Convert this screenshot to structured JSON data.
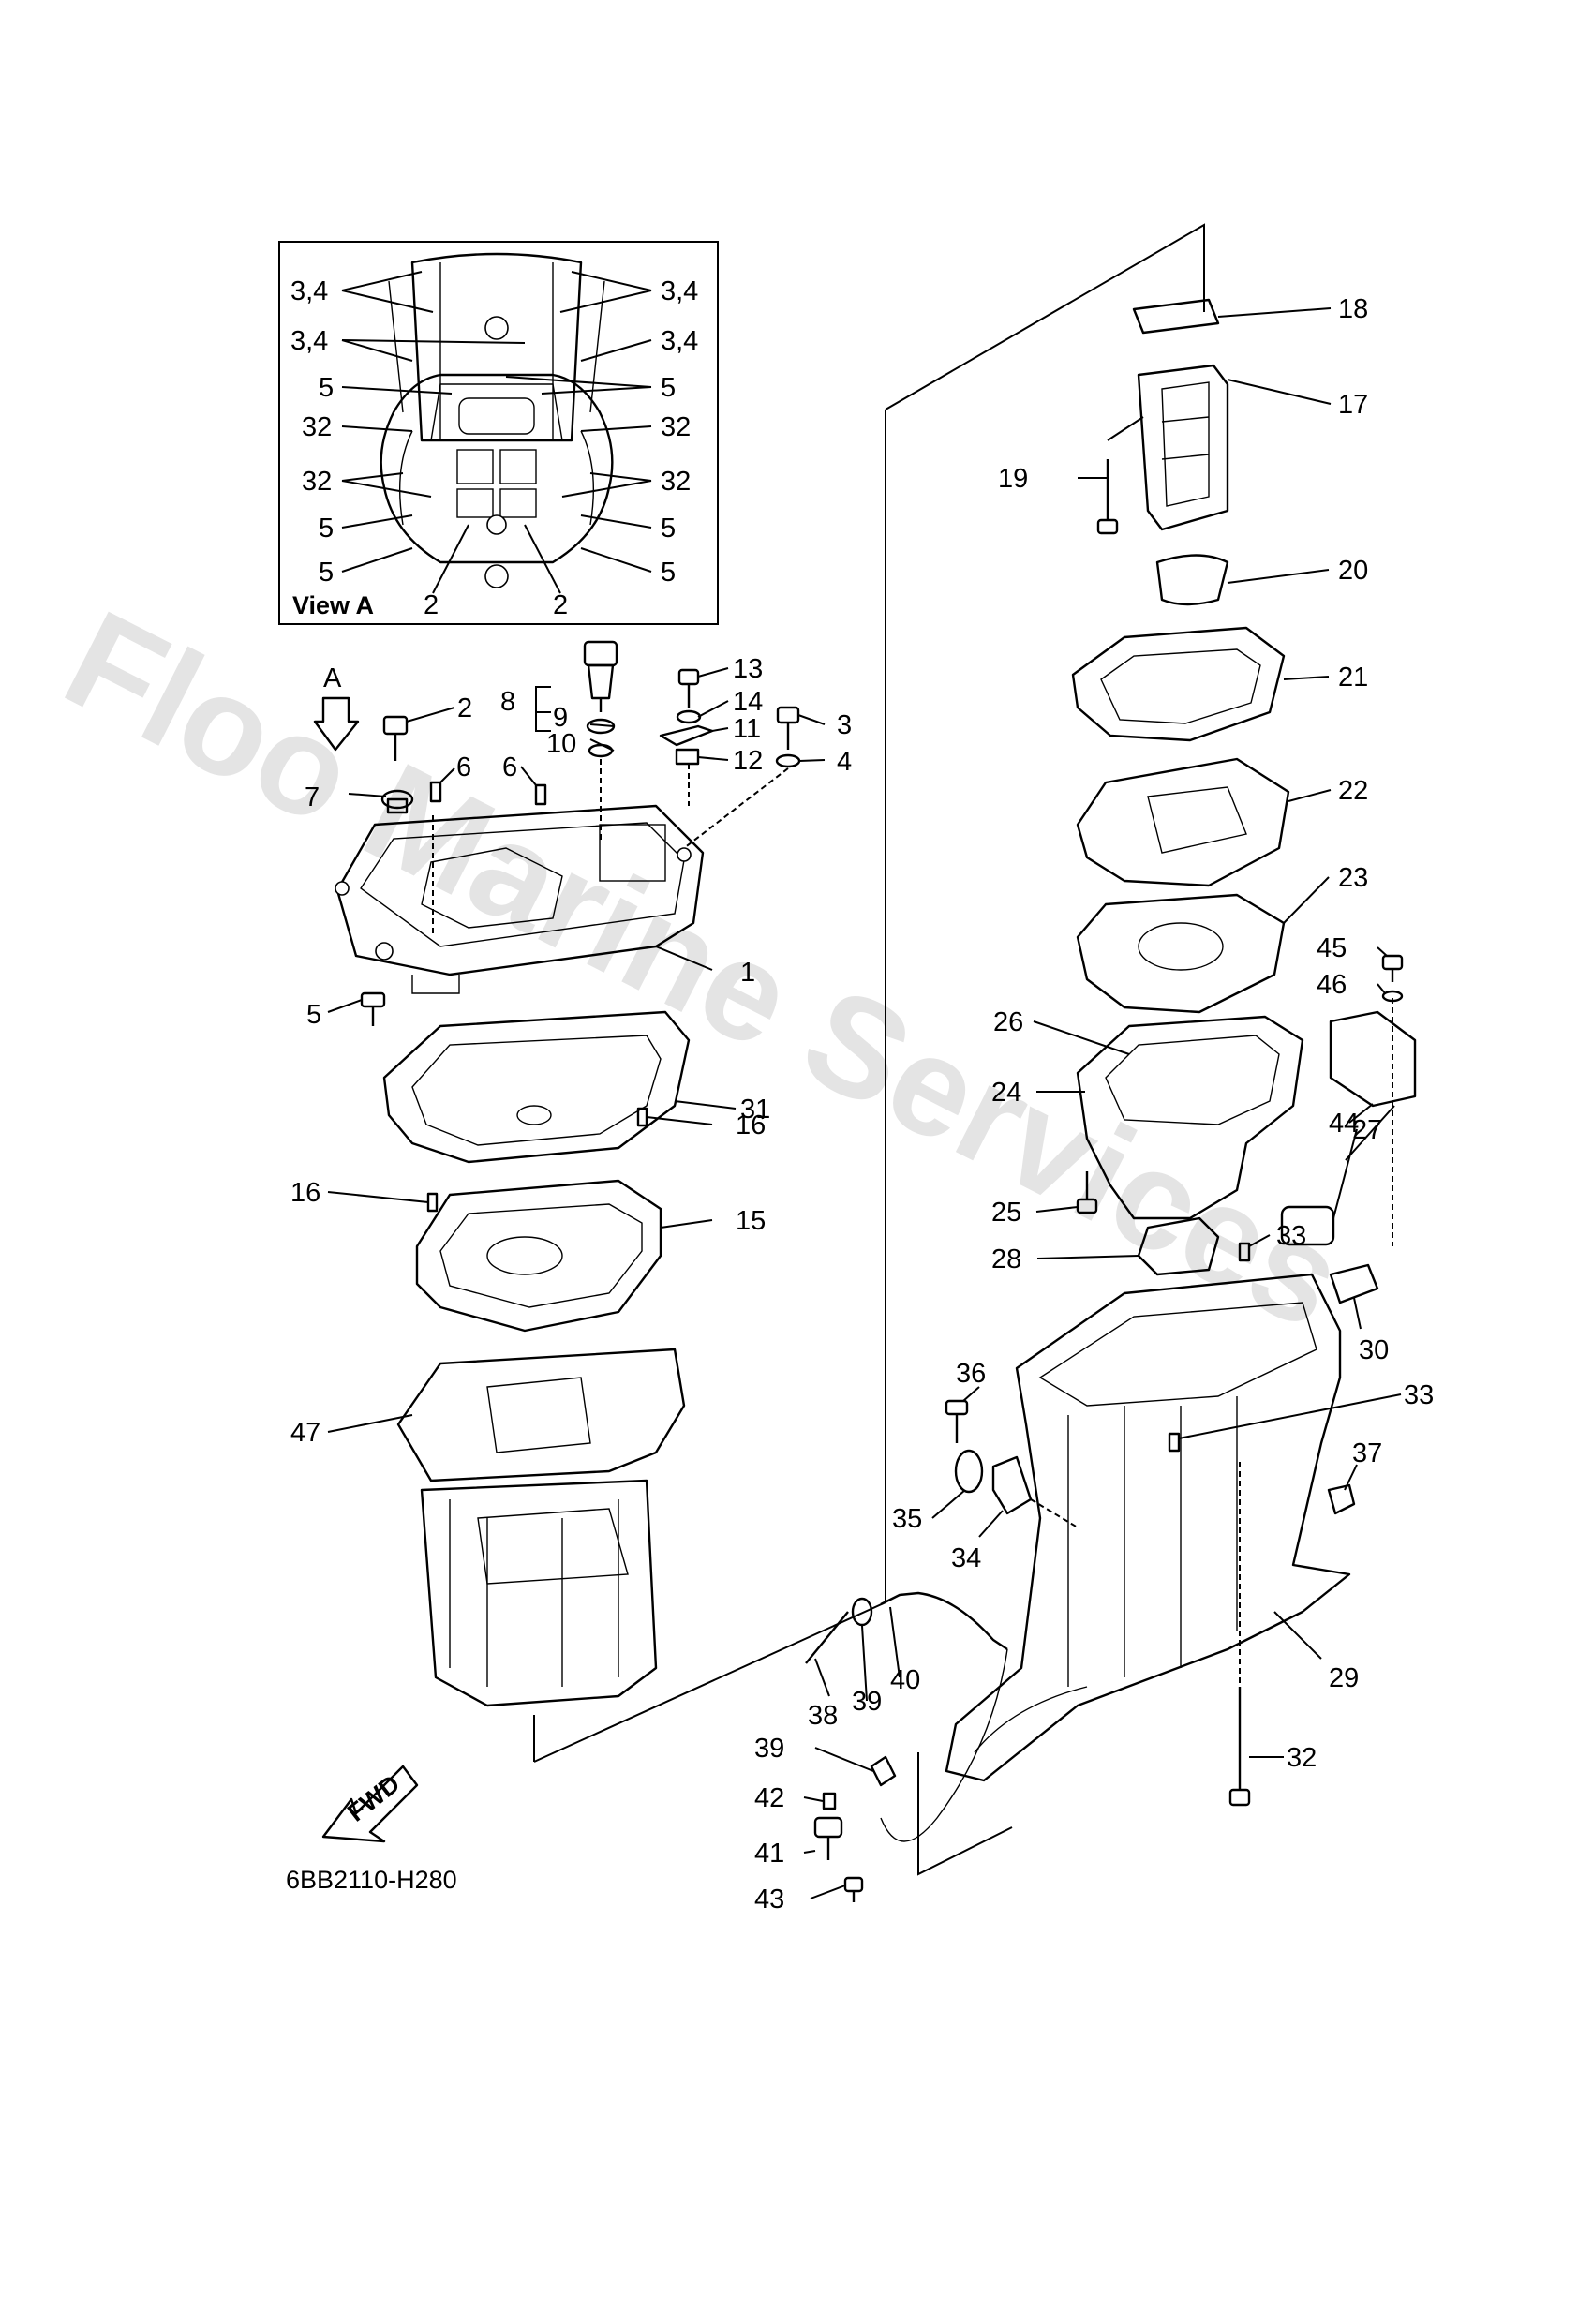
{
  "callouts": {
    "c1": "1",
    "c2a": "2",
    "c3": "3",
    "c4": "4",
    "c5a": "5",
    "c6a": "6",
    "c6b": "6",
    "c7": "7",
    "c8": "8",
    "c9": "9",
    "c10": "10",
    "c11": "11",
    "c12": "12",
    "c13": "13",
    "c14": "14",
    "c15": "15",
    "c16a": "16",
    "c16b": "16",
    "c17": "17",
    "c18": "18",
    "c19": "19",
    "c20": "20",
    "c21": "21",
    "c22": "22",
    "c23": "23",
    "c24": "24",
    "c25": "25",
    "c26": "26",
    "c27": "27",
    "c28": "28",
    "c29": "29",
    "c30": "30",
    "c31": "31",
    "c32": "32",
    "c33a": "33",
    "c33b": "33",
    "c34": "34",
    "c35": "35",
    "c36": "36",
    "c37": "37",
    "c38": "38",
    "c39a": "39",
    "c39b": "39",
    "c40": "40",
    "c41": "41",
    "c42": "42",
    "c43": "43",
    "c44": "44",
    "c45": "45",
    "c46": "46",
    "c47": "47"
  },
  "view_a": {
    "title": "View A",
    "l34a": "3,4",
    "l34b": "3,4",
    "r34a": "3,4",
    "r34b": "3,4",
    "l5a": "5",
    "r5a": "5",
    "l32a": "32",
    "r32a": "32",
    "l32b": "32",
    "r32b": "32",
    "l5b": "5",
    "r5b": "5",
    "l5c": "5",
    "r5c": "5",
    "b2a": "2",
    "b2b": "2"
  },
  "arrow_label": "A",
  "fwd_label": "FWD",
  "diagram_code": "6BB2110-H280",
  "watermark": "Floo Marine Services"
}
